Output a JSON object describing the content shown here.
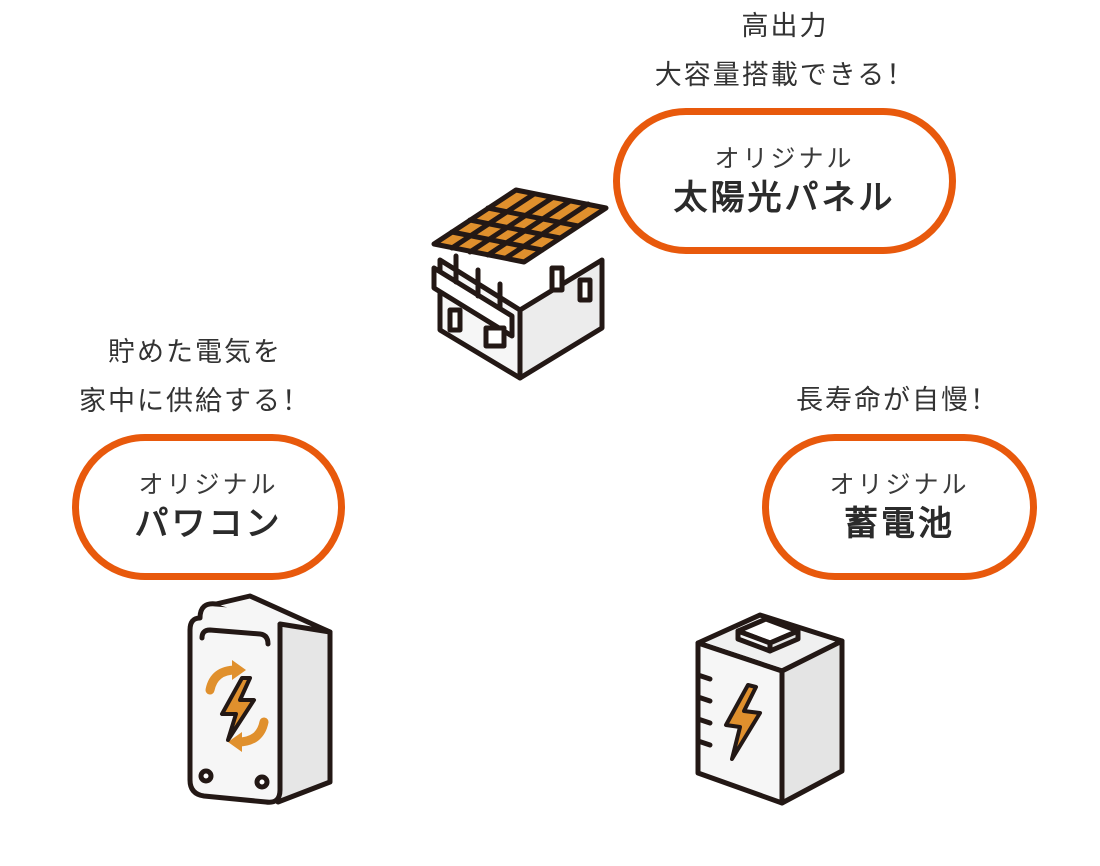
{
  "colors": {
    "accent": "#e8590c",
    "panel_orange": "#e0902d",
    "outline": "#231815",
    "body_fill": "#f6f6f6"
  },
  "solar": {
    "caption": [
      "高出力",
      "大容量搭載できる！"
    ],
    "label_sub": "オリジナル",
    "label_main": "太陽光パネル",
    "icon": "house-solar-panel-icon"
  },
  "inverter": {
    "caption": [
      "貯めた電気を",
      "家中に供給する！"
    ],
    "label_sub": "オリジナル",
    "label_main": "パワコン",
    "icon": "power-conditioner-icon"
  },
  "battery": {
    "caption": [
      "長寿命が自慢！"
    ],
    "label_sub": "オリジナル",
    "label_main": "蓄電池",
    "icon": "storage-battery-icon"
  }
}
